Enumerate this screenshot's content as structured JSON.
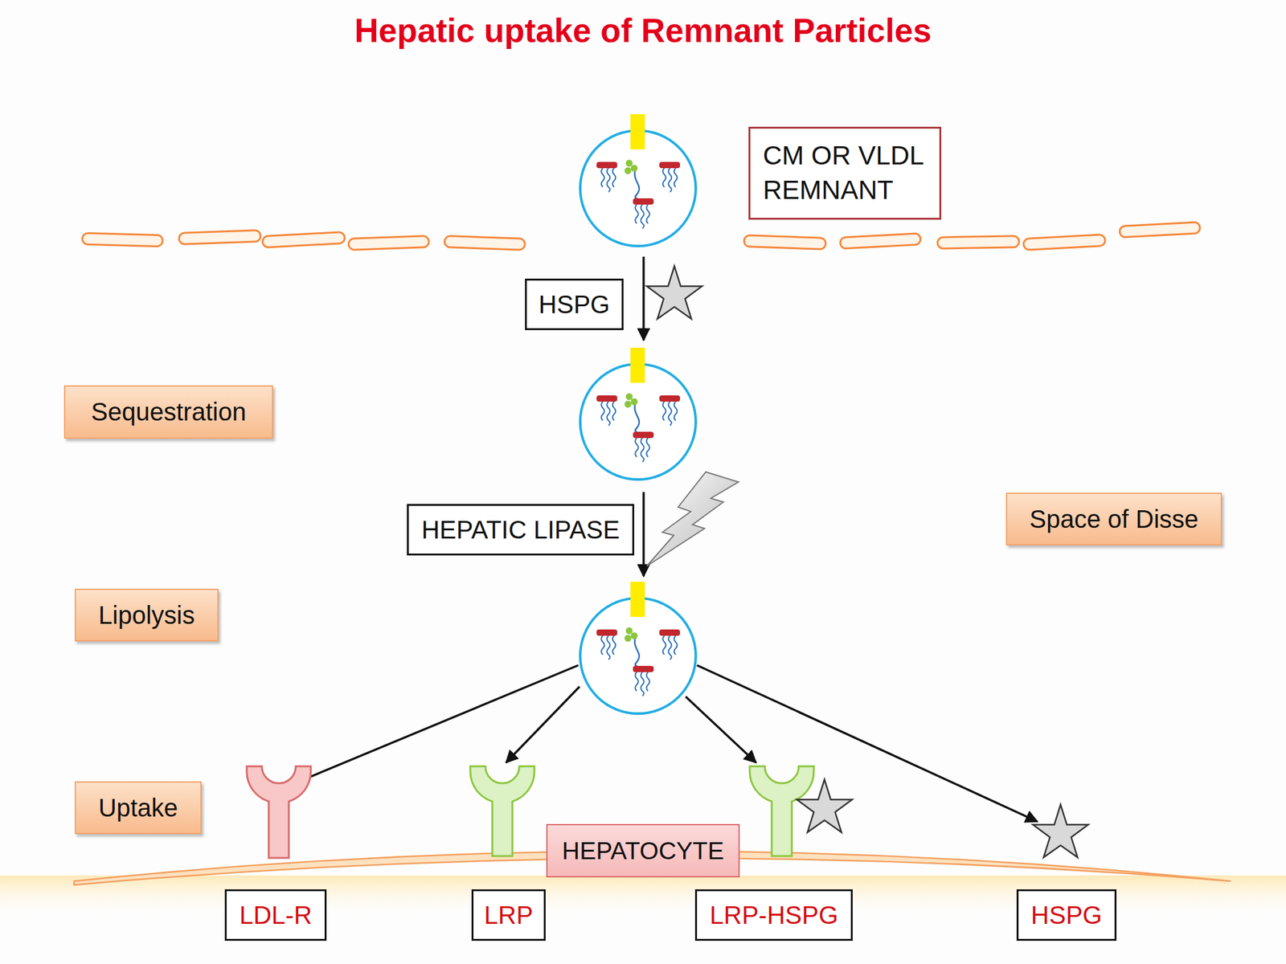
{
  "diagram": {
    "title": "Hepatic uptake of Remnant Particles",
    "nodes": [
      {
        "text": [
          "CM OR VLDL REMNANT"
        ]
      },
      {
        "text": [
          "HSPG"
        ]
      },
      {
        "text": [
          "Sequestration"
        ]
      },
      {
        "text": [
          "HEPATIC LIPASE"
        ]
      },
      {
        "text": [
          "Space of Disse"
        ]
      },
      {
        "text": [
          "Lipolysis"
        ]
      },
      {
        "text": [
          "Uptake"
        ]
      },
      {
        "text": [
          "HEPATOCYTE"
        ]
      },
      {
        "text": [
          "LDL-R"
        ]
      },
      {
        "text": [
          "LRP"
        ]
      },
      {
        "text": [
          "LRP-HSPG"
        ]
      },
      {
        "text": [
          "HSPG"
        ]
      }
    ]
  }
}
